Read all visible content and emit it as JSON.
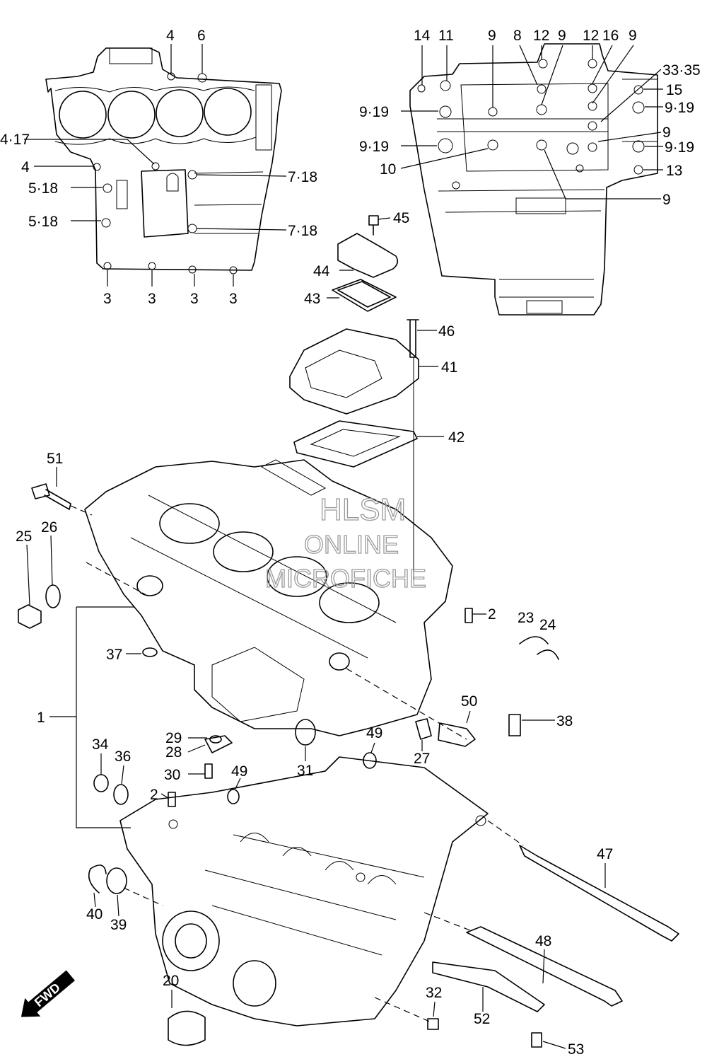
{
  "diagram": {
    "watermark": [
      "HLSM",
      "ONLINE",
      "MICROFICHE"
    ],
    "direction_arrow": {
      "label": "FWD",
      "icon": "fwd-arrow-icon"
    },
    "callouts": {
      "c4a": "4",
      "c6": "6",
      "c4_17": "4·17",
      "c4b": "4",
      "c5_18a": "5·18",
      "c5_18b": "5·18",
      "c7_18a": "7·18",
      "c7_18b": "7·18",
      "c3a": "3",
      "c3b": "3",
      "c3c": "3",
      "c3d": "3",
      "c14": "14",
      "c11": "11",
      "c9a": "9",
      "c8": "8",
      "c12a": "12",
      "c9b": "9",
      "c12b": "12",
      "c16": "16",
      "c9c": "9",
      "c33_35": "33·35",
      "c15": "15",
      "c9_19a": "9·19",
      "c9_19b": "9·19",
      "c9_19c": "9·19",
      "c9_19d": "9·19",
      "c9d": "9",
      "c10": "10",
      "c13": "13",
      "c9e": "9",
      "c45": "45",
      "c44": "44",
      "c43": "43",
      "c46": "46",
      "c41": "41",
      "c42": "42",
      "c51": "51",
      "c25": "25",
      "c26": "26",
      "c2a": "2",
      "c23": "23",
      "c24": "24",
      "c37": "37",
      "c1": "1",
      "c50": "50",
      "c38": "38",
      "c29": "29",
      "c28": "28",
      "c49a": "49",
      "c27": "27",
      "c34": "34",
      "c36": "36",
      "c30": "30",
      "c49b": "49",
      "c31": "31",
      "c2b": "2",
      "c47": "47",
      "c40": "40",
      "c39": "39",
      "c48": "48",
      "c20": "20",
      "c32": "32",
      "c52": "52",
      "c53": "53"
    }
  }
}
